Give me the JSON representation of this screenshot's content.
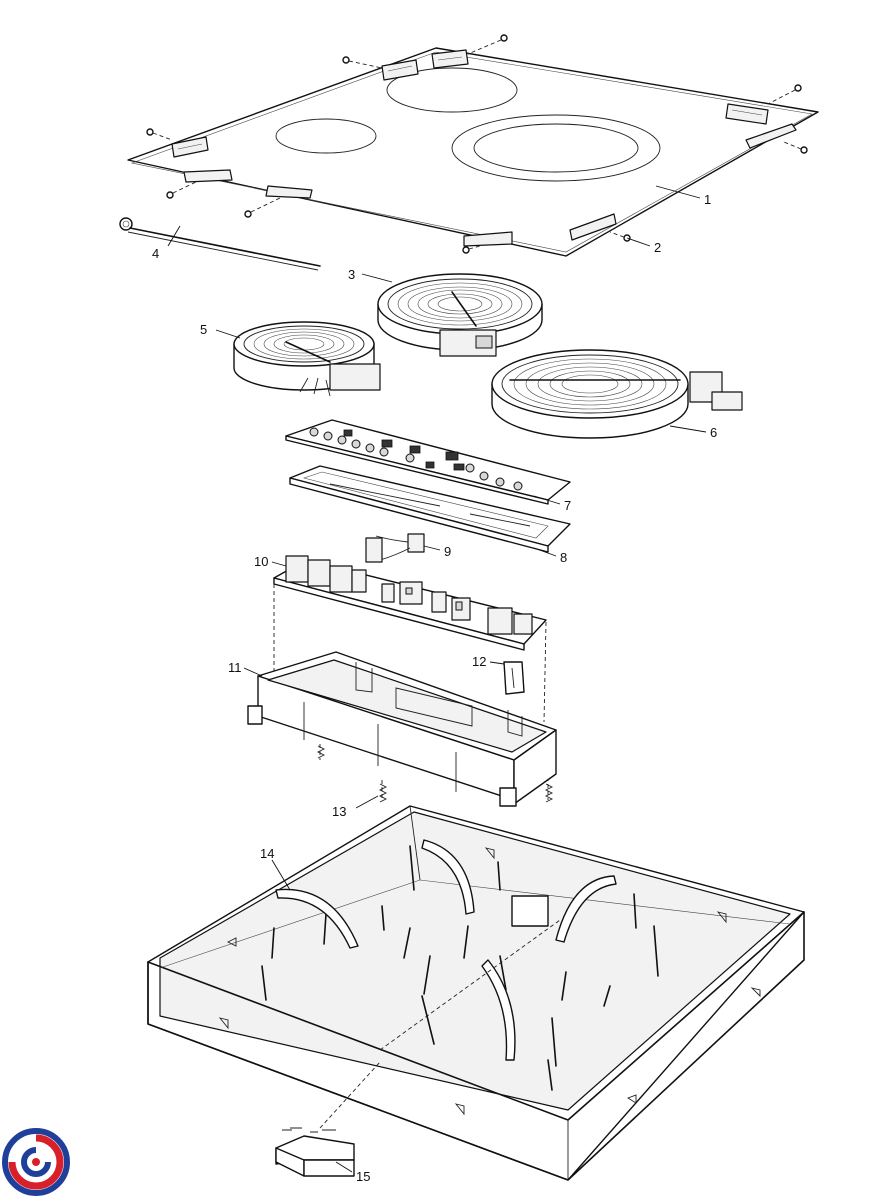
{
  "diagram": {
    "callouts": [
      {
        "id": "p1",
        "label": "1"
      },
      {
        "id": "p2",
        "label": "2"
      },
      {
        "id": "p3",
        "label": "3"
      },
      {
        "id": "p4",
        "label": "4"
      },
      {
        "id": "p5",
        "label": "5"
      },
      {
        "id": "p6",
        "label": "6"
      },
      {
        "id": "p7",
        "label": "7"
      },
      {
        "id": "p8",
        "label": "8"
      },
      {
        "id": "p9",
        "label": "9"
      },
      {
        "id": "p10",
        "label": "10"
      },
      {
        "id": "p11",
        "label": "11"
      },
      {
        "id": "p12",
        "label": "12"
      },
      {
        "id": "p13",
        "label": "13"
      },
      {
        "id": "p14",
        "label": "14"
      },
      {
        "id": "p15",
        "label": "15"
      }
    ]
  },
  "logo": {
    "name": "swirl-logo",
    "colors": {
      "blue": "#1f3f9a",
      "red": "#d8202a"
    }
  }
}
